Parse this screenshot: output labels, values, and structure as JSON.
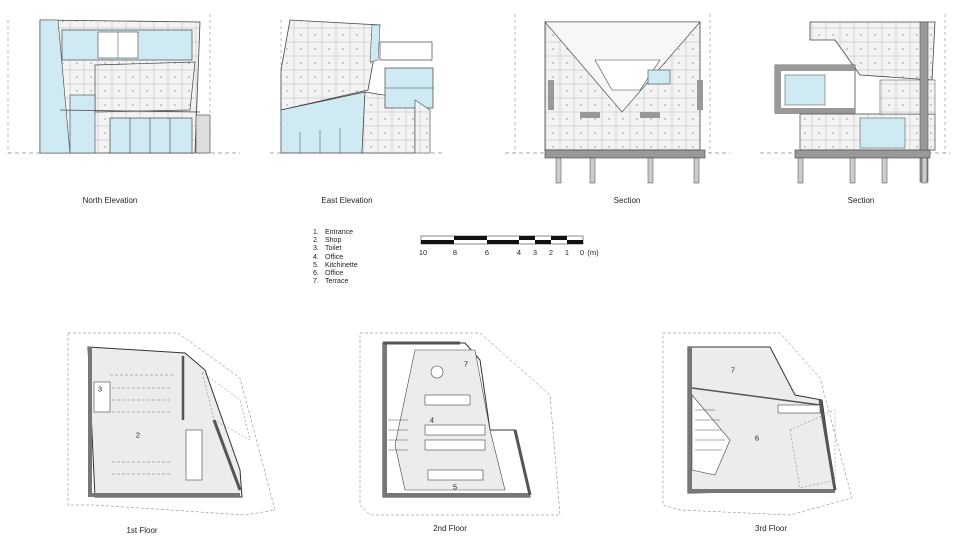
{
  "drawings": {
    "elevations": [
      {
        "id": "north",
        "title": "North Elevation"
      },
      {
        "id": "east",
        "title": "East Elevation"
      },
      {
        "id": "section1",
        "title": "Section"
      },
      {
        "id": "section2",
        "title": "Section"
      }
    ],
    "floors": [
      {
        "id": "f1",
        "title": "1st Floor",
        "rooms": [
          "3",
          "2"
        ]
      },
      {
        "id": "f2",
        "title": "2nd Floor",
        "rooms": [
          "7",
          "4",
          "5"
        ]
      },
      {
        "id": "f3",
        "title": "3rd Floor",
        "rooms": [
          "7",
          "6"
        ]
      }
    ]
  },
  "legend": [
    {
      "num": "1.",
      "label": "Entrance"
    },
    {
      "num": "2.",
      "label": "Shop"
    },
    {
      "num": "3.",
      "label": "Toilet"
    },
    {
      "num": "4.",
      "label": "Office"
    },
    {
      "num": "5.",
      "label": "Kitchinette"
    },
    {
      "num": "6.",
      "label": "Office"
    },
    {
      "num": "7.",
      "label": "Terrace"
    }
  ],
  "scale_bar": {
    "labels": [
      "10",
      "8",
      "6",
      "4",
      "3",
      "2",
      "1",
      "0"
    ],
    "unit": "(m)"
  },
  "colors": {
    "glass": "#cfeaf2",
    "wall": "#9a9a9a",
    "panel": "#f4f4f4",
    "line": "#555555"
  }
}
